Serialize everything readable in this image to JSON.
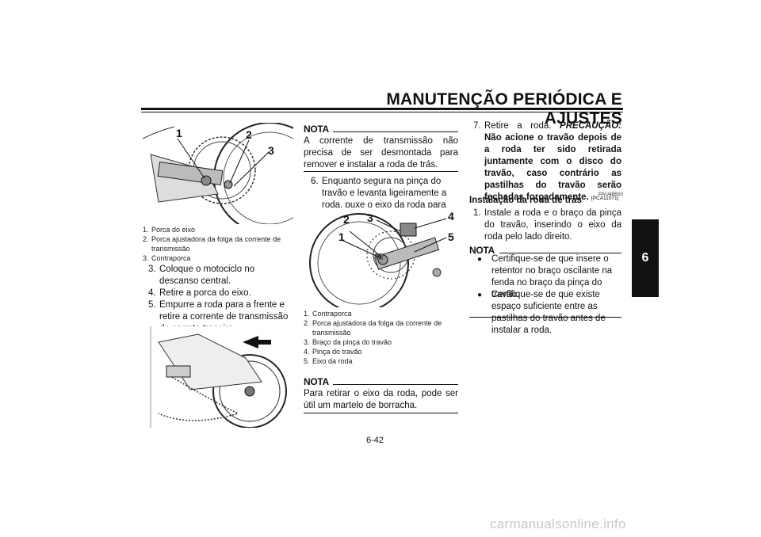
{
  "header": {
    "title": "MANUTENÇÃO PERIÓDICA E AJUSTES"
  },
  "side_tab": {
    "label": "6"
  },
  "figure1": {
    "labels": [
      "1",
      "2",
      "3"
    ],
    "captions": [
      {
        "num": "1.",
        "text": "Porca do eixo"
      },
      {
        "num": "2.",
        "text": "Porca ajustadora da folga da corrente de transmissão"
      },
      {
        "num": "3.",
        "text": "Contraporca"
      }
    ]
  },
  "steps_left": [
    {
      "num": "3.",
      "text": "Coloque o motociclo no descanso central."
    },
    {
      "num": "4.",
      "text": "Retire a porca do eixo."
    },
    {
      "num": "5.",
      "text": "Empurre a roda para a frente e retire a corrente de transmissão do carreto traseiro."
    }
  ],
  "nota1": {
    "heading": "NOTA",
    "text": "A corrente de transmissão não precisa de ser desmontada para remover e instalar a roda de trás."
  },
  "step6": {
    "num": "6.",
    "text": "Enquanto segura na pinça do travão e levanta ligeiramente a roda, puxe o eixo da roda para fora."
  },
  "figure2": {
    "labels": [
      "1",
      "2",
      "3",
      "4",
      "5"
    ],
    "captions": [
      {
        "num": "1.",
        "text": "Contraporca"
      },
      {
        "num": "2.",
        "text": "Porca ajustadora da folga da corrente de transmissão"
      },
      {
        "num": "3.",
        "text": "Braço da pinça do travão"
      },
      {
        "num": "4.",
        "text": "Pinça do travão"
      },
      {
        "num": "5.",
        "text": "Eixo da roda"
      }
    ]
  },
  "nota2": {
    "heading": "NOTA",
    "text": "Para retirar o eixo da roda, pode ser útil um martelo de borracha."
  },
  "step7": {
    "num": "7.",
    "text": "Retire a roda.",
    "caution_label": "PRECAUÇÃO:",
    "caution_text": "Não acione o travão depois de a roda ter sido retirada juntamente com o disco do travão, caso contrário as pastilhas do travão serão fechadas forçadamente.",
    "code": "[PCA11071]"
  },
  "install": {
    "code": "PAU48650",
    "heading": "Instalação da roda de trás",
    "step": {
      "num": "1.",
      "text": "Instale a roda e o braço da pinça do travão, inserindo o eixo da roda pelo lado direito."
    }
  },
  "nota3": {
    "heading": "NOTA",
    "bullets": [
      "Certifique-se de que insere o retentor no braço oscilante na fenda no braço da pinça do travão.",
      "Certifique-se de que existe espaço suficiente entre as pastilhas do travão antes de instalar a roda."
    ]
  },
  "page_number": "6-42",
  "watermark": "carmanualsonline.info"
}
